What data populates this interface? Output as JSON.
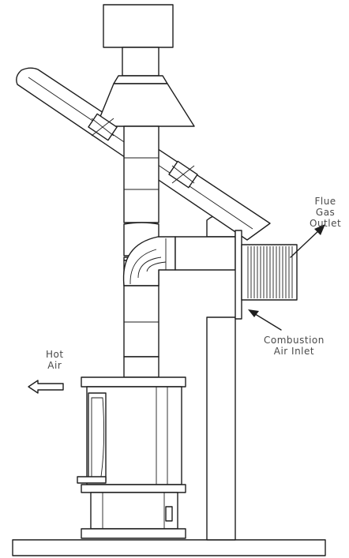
{
  "labels": {
    "flue_gas_outlet": [
      "Flue",
      "Gas",
      "Outlet"
    ],
    "combustion_air_inlet": [
      "Combustion",
      "Air Inlet"
    ],
    "hot_air": [
      "Hot",
      "Air"
    ]
  },
  "colors": {
    "line": "#1e1e1e",
    "label_text": "#4a4a4a",
    "background": "#ffffff"
  }
}
